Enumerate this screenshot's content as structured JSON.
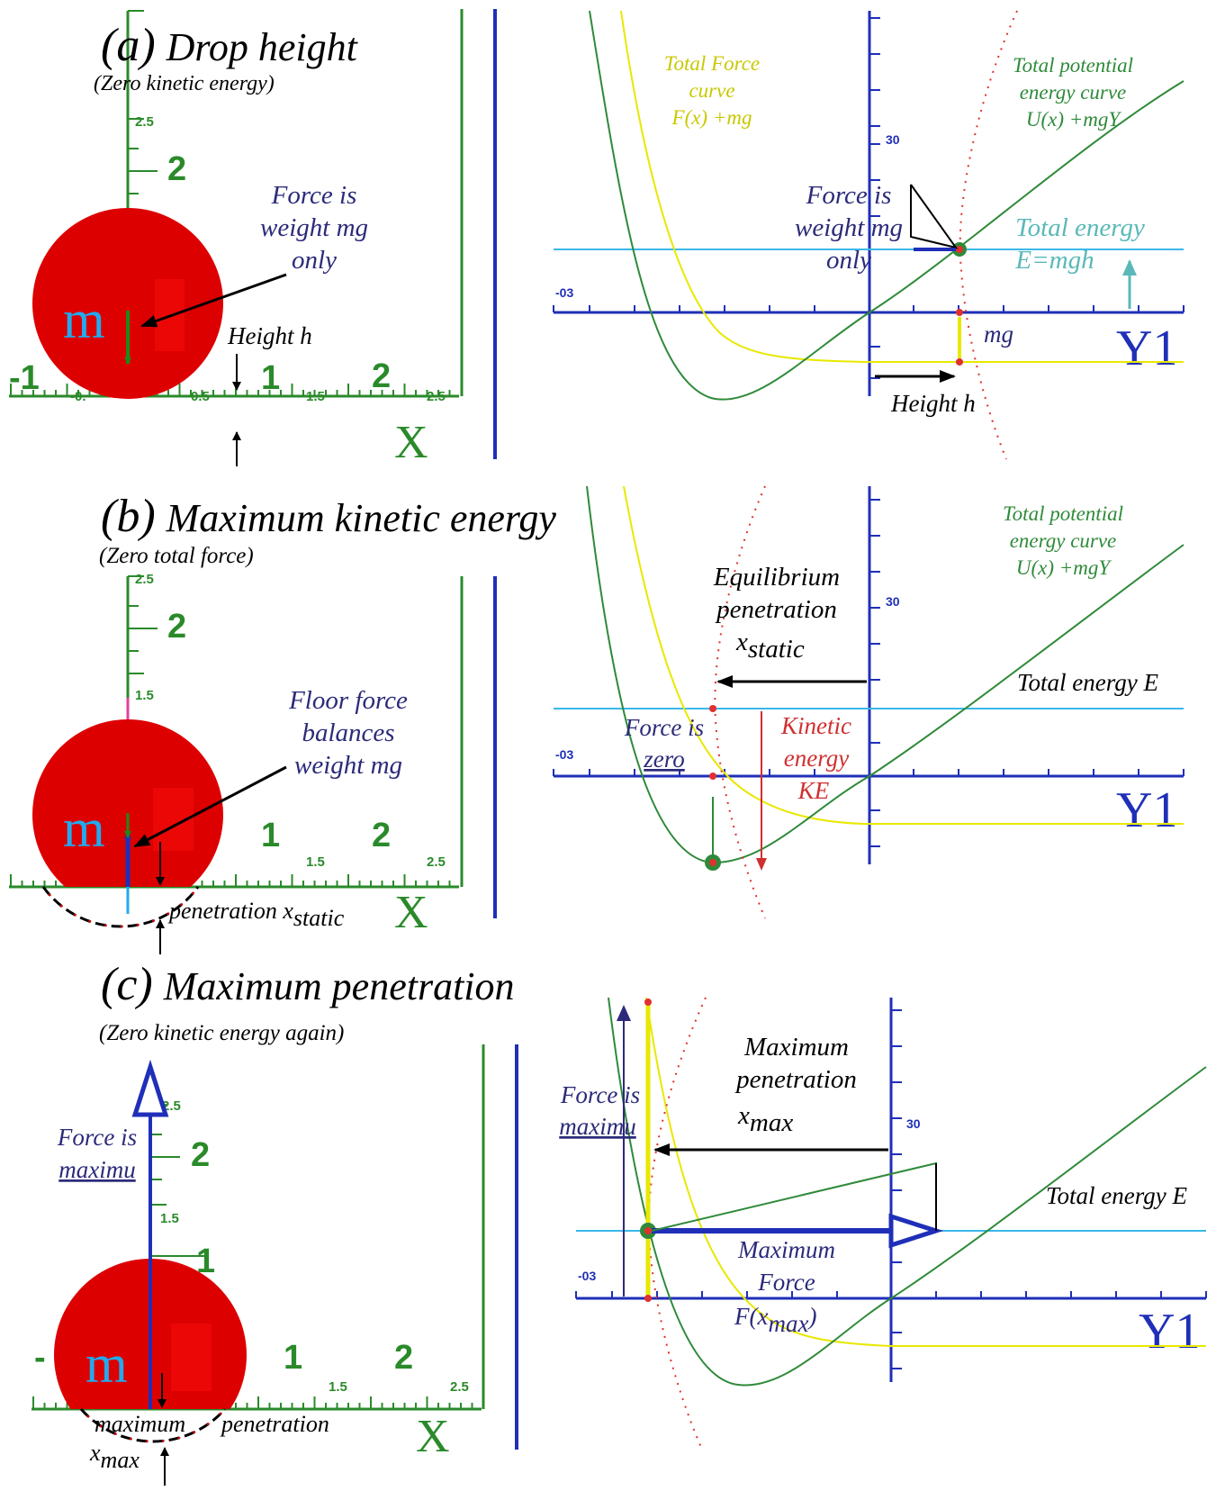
{
  "colors": {
    "axis_green": "#2a8a2a",
    "axis_blue": "#1f2fb8",
    "ball_red": "#dd0000",
    "mass_cyan": "#22aaee",
    "force_yellow": "#e8e800",
    "potential_green": "#2f8a3a",
    "energy_cyan": "#3ab8e8",
    "dots_red": "#e03030",
    "label_navy": "#2b2a7a",
    "label_teal": "#5ab8b8",
    "label_red": "#d03030"
  },
  "panel_a": {
    "label": "(a)",
    "title": "Drop height",
    "subtitle": "(Zero kinetic energy)",
    "mass": "m",
    "y_ticks": [
      "2.5",
      "2"
    ],
    "x_ticks_big": [
      "-1",
      "1",
      "2"
    ],
    "x_ticks_small": [
      "-0.",
      "0.5",
      "1.5",
      "2.5"
    ],
    "axis_x": "X",
    "force_label": [
      "Force is",
      "weight mg",
      "only"
    ],
    "height_label": "Height h",
    "graph": {
      "force_curve_label": [
        "Total Force",
        "curve",
        "F(x) +mg"
      ],
      "potential_curve_label": [
        "Total potential",
        "energy curve",
        "U(x) +mgY"
      ],
      "force_label": [
        "Force is",
        "weight mg",
        "only"
      ],
      "energy_label": [
        "Total energy",
        "E=mgh"
      ],
      "mg_label": "mg",
      "height_label": "Height h",
      "tick_30": "30",
      "tick_neg": "-03",
      "axis_name": "Y1"
    }
  },
  "panel_b": {
    "label": "(b)",
    "title": "Maximum kinetic energy",
    "subtitle": "(Zero total force)",
    "mass": "m",
    "y_ticks": [
      "2.5",
      "2",
      "1.5"
    ],
    "x_ticks_big": [
      "1",
      "2"
    ],
    "x_ticks_small": [
      "1.5",
      "2.5"
    ],
    "axis_x": "X",
    "force_label": [
      "Floor force",
      "balances",
      "weight mg"
    ],
    "penetration_label": "penetration x",
    "penetration_sub": "static",
    "graph": {
      "potential_curve_label": [
        "Total potential",
        "energy curve",
        "U(x) +mgY"
      ],
      "equilibrium_label": [
        "Equilibrium",
        "penetration"
      ],
      "x_static": "x",
      "x_static_sub": "static",
      "energy_label": "Total energy E",
      "force_zero": [
        "Force is",
        "zero"
      ],
      "ke_label": [
        "Kinetic",
        "energy",
        "KE"
      ],
      "tick_30": "30",
      "tick_neg": "-03",
      "axis_name": "Y1"
    }
  },
  "panel_c": {
    "label": "(c)",
    "title": "Maximum penetration",
    "subtitle": "(Zero kinetic energy again)",
    "mass": "m",
    "y_ticks": [
      "2.5",
      "2",
      "1.5",
      "1"
    ],
    "x_ticks_big": [
      "-",
      "1",
      "2"
    ],
    "x_ticks_small": [
      "1.5",
      "2.5"
    ],
    "axis_x": "X",
    "force_label": [
      "Force is",
      "maximu"
    ],
    "max_pen_label": [
      "maximum",
      "penetration"
    ],
    "x_max": "x",
    "x_max_sub": "max",
    "graph": {
      "force_label": [
        "Force is",
        "maximu"
      ],
      "max_pen_label": [
        "Maximum",
        "penetration"
      ],
      "x_max": "x",
      "x_max_sub": "max",
      "energy_label": "Total energy E",
      "max_force_label": [
        "Maximum",
        "Force"
      ],
      "f_xmax": "F(x",
      "f_xmax_sub": "max",
      "f_close": ")",
      "tick_30": "30",
      "tick_neg": "-03",
      "axis_name": "Y1"
    }
  }
}
